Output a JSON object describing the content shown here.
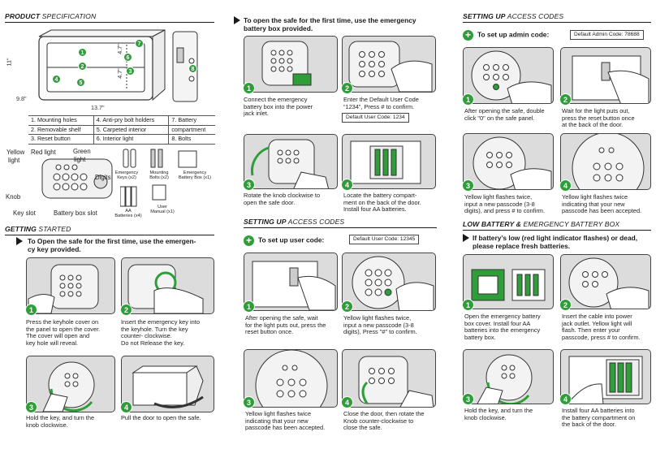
{
  "product_spec": {
    "title_bold": "PRODUCT",
    "title_rest": " SPECIFICATION",
    "dim_height": "11\"",
    "dim_depth": "9.8\"",
    "dim_width": "13.7\"",
    "dim_inner_1": "4.7\"",
    "dim_inner_2": "4.7\"",
    "callouts": [
      "1",
      "2",
      "3",
      "4",
      "5",
      "6",
      "7",
      "8"
    ],
    "parts_table": [
      [
        "1. Mounting holes",
        "4. Anti-pry bolt holders",
        "7. Battery"
      ],
      [
        "2. Removable shelf",
        "5. Carpeted interior",
        "compartment"
      ],
      [
        "3. Reset button",
        "6. Interior light",
        "8. Bolts"
      ]
    ],
    "keypad_labels": {
      "yellow": "Yellow",
      "light1": "light",
      "red": "Red light",
      "green": "Green",
      "light2": "light",
      "digits": "Digits",
      "knob": "Knob",
      "key_slot": "Key slot",
      "battery_box_slot": "Battery box slot"
    },
    "accessories": [
      {
        "lines": [
          "Emergency",
          "Keys (x2)"
        ]
      },
      {
        "lines": [
          "Mounting",
          "Bolts (x2)"
        ]
      },
      {
        "lines": [
          "Emergency",
          "Battery Box (x1)"
        ]
      },
      {
        "lines": [
          "AA",
          "Batteries (x4)"
        ]
      },
      {
        "lines": [
          "User",
          "Manual (x1)"
        ]
      }
    ]
  },
  "getting_started": {
    "title_bold": "GETTING",
    "title_rest": " STARTED",
    "lead": [
      "To Open the safe for the first time, use the emergen-",
      "cy key provided."
    ],
    "steps": [
      {
        "n": "1",
        "lines": [
          "Press the keyhole cover on",
          "the panel to open the cover.",
          "The cover will open and",
          "key hole will reveal."
        ]
      },
      {
        "n": "2",
        "lines": [
          "Insert the emergency key into",
          "the keyhole. Turn the key",
          "counter- clockwise.",
          "Do not Release the key."
        ]
      },
      {
        "n": "3",
        "lines": [
          "Hold the key, and turn  the",
          "knob clockwise."
        ]
      },
      {
        "n": "4",
        "lines": [
          "Pull the door to open the safe."
        ]
      }
    ]
  },
  "emergency_battery": {
    "lead": [
      "To open the safe for the first time, use the emergency",
      "battery box provided."
    ],
    "default_code": "Default User Code: 1234",
    "steps": [
      {
        "n": "1",
        "lines": [
          "Connect the emergency",
          "battery box into the power",
          "jack inlet."
        ]
      },
      {
        "n": "2",
        "lines": [
          "Enter the Default User Code",
          "“1234”, Press # to confirm."
        ]
      },
      {
        "n": "3",
        "lines": [
          "Rotate the knob clockwise to",
          "open the safe door."
        ]
      },
      {
        "n": "4",
        "lines": [
          "Locate the battery compart-",
          "ment on the back of the door.",
          "Install four AA batteries."
        ]
      }
    ]
  },
  "user_codes": {
    "title_bold": "SETTING UP",
    "title_rest": " ACCESS CODES",
    "lead": "To set up user code:",
    "default_code": "Default User Code: 12345",
    "steps": [
      {
        "n": "1",
        "lines": [
          "After opening the safe, wait",
          "for the light puts out, press the",
          "reset button once."
        ]
      },
      {
        "n": "2",
        "lines": [
          "Yellow light flashes twice,",
          "input a new passcode (3-8",
          "digits), Press \"#\" to confirm."
        ]
      },
      {
        "n": "3",
        "lines": [
          "Yellow light flashes twice",
          "indicating that your new",
          "passcode has been accepted."
        ]
      },
      {
        "n": "4",
        "lines": [
          "Close the door, then rotate the",
          "Knob counter-clockwise to",
          "close the safe."
        ]
      }
    ]
  },
  "admin_codes": {
    "title_bold": "SETTING UP",
    "title_rest": " ACCESS CODES",
    "lead": "To set up admin code:",
    "default_code": "Default Admin Code: 78688",
    "steps": [
      {
        "n": "1",
        "lines": [
          "After opening the safe, double",
          "click \"0\" on the safe panel."
        ]
      },
      {
        "n": "2",
        "lines": [
          "Wait for the light puts out,",
          "press the reset button once",
          "at the back of the door."
        ]
      },
      {
        "n": "3",
        "lines": [
          "Yellow light flashes twice,",
          "input a new passcode (3-8",
          "digits), and press # to confirm."
        ]
      },
      {
        "n": "4",
        "lines": [
          "Yellow light flashes twice",
          "indicating that your new",
          "passcode has been accepted."
        ]
      }
    ]
  },
  "low_battery": {
    "title_bold": "LOW BATTERY &",
    "title_rest": " EMERGENCY BATTERY BOX",
    "lead": [
      "If battery’s low (red light indicator flashes) or dead,",
      "please replace fresh batteries."
    ],
    "steps": [
      {
        "n": "1",
        "lines": [
          "Open the emergency battery",
          "box cover. Install four AA",
          "batteries into the emergency",
          "battery box."
        ]
      },
      {
        "n": "2",
        "lines": [
          "Insert the cable into power",
          "jack outlet. Yellow light will",
          "flash. Then enter your",
          "passcode, press # to confirm."
        ]
      },
      {
        "n": "3",
        "lines": [
          "Hold the key, and turn  the",
          "knob clockwise."
        ]
      },
      {
        "n": "4",
        "lines": [
          "Install four AA batteries into",
          "the battery compartment on",
          "the back of the door."
        ]
      }
    ]
  },
  "colors": {
    "accent": "#2f9e3a",
    "panel": "#dcdcdc",
    "ink": "#1a1a1a"
  },
  "icons": [
    "arrow-icon",
    "plus-icon",
    "keypad-icon",
    "hand-icon",
    "battery-icon",
    "key-icon"
  ]
}
